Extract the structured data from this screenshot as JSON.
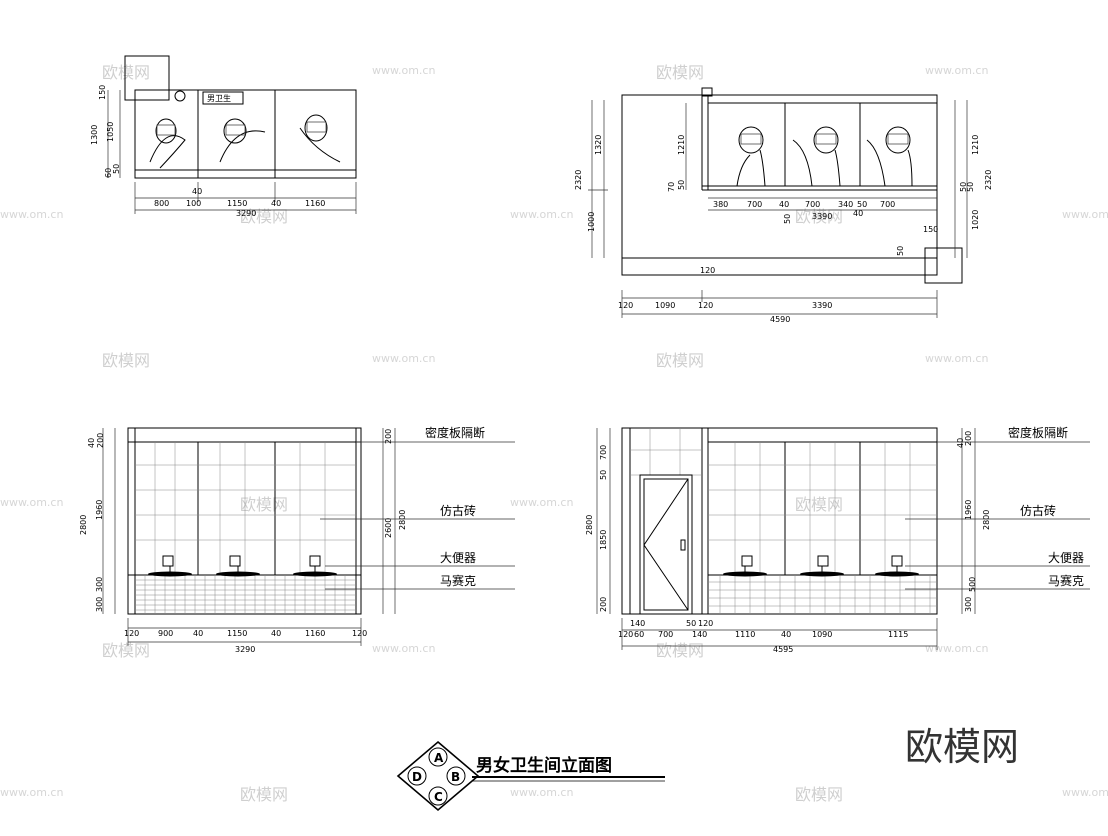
{
  "title": "男女卫生间立面图",
  "symbol": {
    "top": "A",
    "left": "D",
    "right": "B",
    "bottom": "C"
  },
  "labels": {
    "partition": "密度板隔断",
    "tile": "仿古砖",
    "toilet": "大便器",
    "mosaic": "马赛克",
    "door_sign": "男卫生"
  },
  "watermark": {
    "logo": "欧模网",
    "url": "www.om.cn",
    "big": "欧模网"
  },
  "dims": {
    "p1": {
      "bottom": [
        "800",
        "100",
        "1150",
        "40",
        "1160"
      ],
      "total": "3290",
      "left": [
        "150",
        "1050",
        "1300",
        "60",
        "50"
      ],
      "small": "40"
    },
    "p2": {
      "left": [
        "1320",
        "2320",
        "1000"
      ],
      "inner": [
        "1210",
        "70",
        "50"
      ],
      "bottom": [
        "380",
        "700",
        "40",
        "700",
        "340",
        "50",
        "700"
      ],
      "total1": "3390",
      "sub": [
        "50",
        "40"
      ],
      "right": [
        "1210",
        "2320",
        "1020",
        "50",
        "50"
      ],
      "mid": "120",
      "pipe": [
        "150",
        "50"
      ],
      "base": [
        "120",
        "1090",
        "120",
        "3390"
      ],
      "total": "4590"
    },
    "p3": {
      "bottom": [
        "120",
        "900",
        "40",
        "1150",
        "40",
        "1160",
        "120"
      ],
      "total": "3290",
      "left": [
        "40",
        "200",
        "1960",
        "2800",
        "300",
        "300"
      ],
      "right": [
        "200",
        "2600",
        "2800"
      ]
    },
    "p4": {
      "bottom": [
        "120",
        "60",
        "700",
        "50",
        "120",
        "1110",
        "40",
        "1090",
        "1115"
      ],
      "sub": [
        "140",
        "140"
      ],
      "total": "4595",
      "left": [
        "700",
        "50",
        "2800",
        "1850",
        "200"
      ],
      "right": [
        "40",
        "200",
        "1960",
        "2800",
        "500",
        "300"
      ]
    }
  }
}
